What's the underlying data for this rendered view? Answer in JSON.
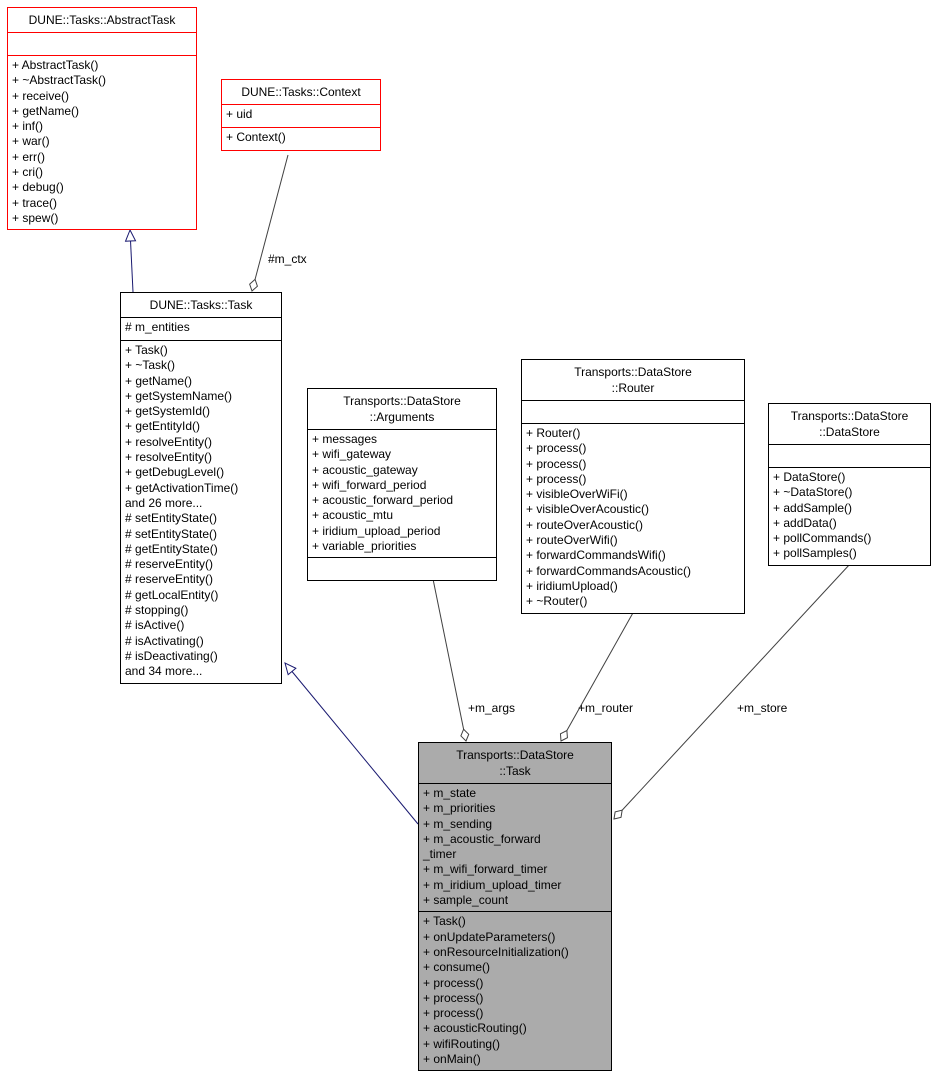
{
  "colors": {
    "truncated_class_border": "#ff0000",
    "class_border": "#000000",
    "highlight_class_fill": "#ababab",
    "inheritance_edge": "#191970",
    "aggregation_edge": "#404040"
  },
  "classes": {
    "abstract_task": {
      "title": "DUNE::Tasks::AbstractTask",
      "attributes": [],
      "methods": [
        "+ AbstractTask()",
        "+ ~AbstractTask()",
        "+ receive()",
        "+ getName()",
        "+ inf()",
        "+ war()",
        "+ err()",
        "+ cri()",
        "+ debug()",
        "+ trace()",
        "+ spew()"
      ]
    },
    "context": {
      "title": "DUNE::Tasks::Context",
      "attributes": [
        "+ uid"
      ],
      "methods": [
        "+ Context()"
      ]
    },
    "dune_task": {
      "title": "DUNE::Tasks::Task",
      "attributes": [
        "# m_entities"
      ],
      "methods": [
        "+ Task()",
        "+ ~Task()",
        "+ getName()",
        "+ getSystemName()",
        "+ getSystemId()",
        "+ getEntityId()",
        "+ resolveEntity()",
        "+ resolveEntity()",
        "+ getDebugLevel()",
        "+ getActivationTime()",
        "and 26 more...",
        "# setEntityState()",
        "# setEntityState()",
        "# getEntityState()",
        "# reserveEntity()",
        "# reserveEntity()",
        "# getLocalEntity()",
        "# stopping()",
        "# isActive()",
        "# isActivating()",
        "# isDeactivating()",
        "and 34 more..."
      ]
    },
    "arguments": {
      "title": "Transports::DataStore\n::Arguments",
      "attributes": [
        "+ messages",
        "+ wifi_gateway",
        "+ acoustic_gateway",
        "+ wifi_forward_period",
        "+ acoustic_forward_period",
        "+ acoustic_mtu",
        "+ iridium_upload_period",
        "+ variable_priorities"
      ],
      "methods": []
    },
    "router": {
      "title": "Transports::DataStore\n::Router",
      "attributes": [],
      "methods": [
        "+ Router()",
        "+ process()",
        "+ process()",
        "+ process()",
        "+ visibleOverWiFi()",
        "+ visibleOverAcoustic()",
        "+ routeOverAcoustic()",
        "+ routeOverWifi()",
        "+ forwardCommandsWifi()",
        "+ forwardCommandsAcoustic()",
        "+ iridiumUpload()",
        "+ ~Router()"
      ]
    },
    "datastore": {
      "title": "Transports::DataStore\n::DataStore",
      "attributes": [],
      "methods": [
        "+ DataStore()",
        "+ ~DataStore()",
        "+ addSample()",
        "+ addData()",
        "+ pollCommands()",
        "+ pollSamples()"
      ]
    },
    "ds_task": {
      "title": "Transports::DataStore\n::Task",
      "attributes": [
        "+ m_state",
        "+ m_priorities",
        "+ m_sending",
        "+ m_acoustic_forward",
        "_timer",
        "+ m_wifi_forward_timer",
        "+ m_iridium_upload_timer",
        "+ sample_count"
      ],
      "methods": [
        "+ Task()",
        "+ onUpdateParameters()",
        "+ onResourceInitialization()",
        "+ consume()",
        "+ process()",
        "+ process()",
        "+ process()",
        "+ acousticRouting()",
        "+ wifiRouting()",
        "+ onMain()"
      ]
    }
  },
  "edges": {
    "m_ctx": "#m_ctx",
    "m_args": "+m_args",
    "m_router": "+m_router",
    "m_store": "+m_store"
  }
}
